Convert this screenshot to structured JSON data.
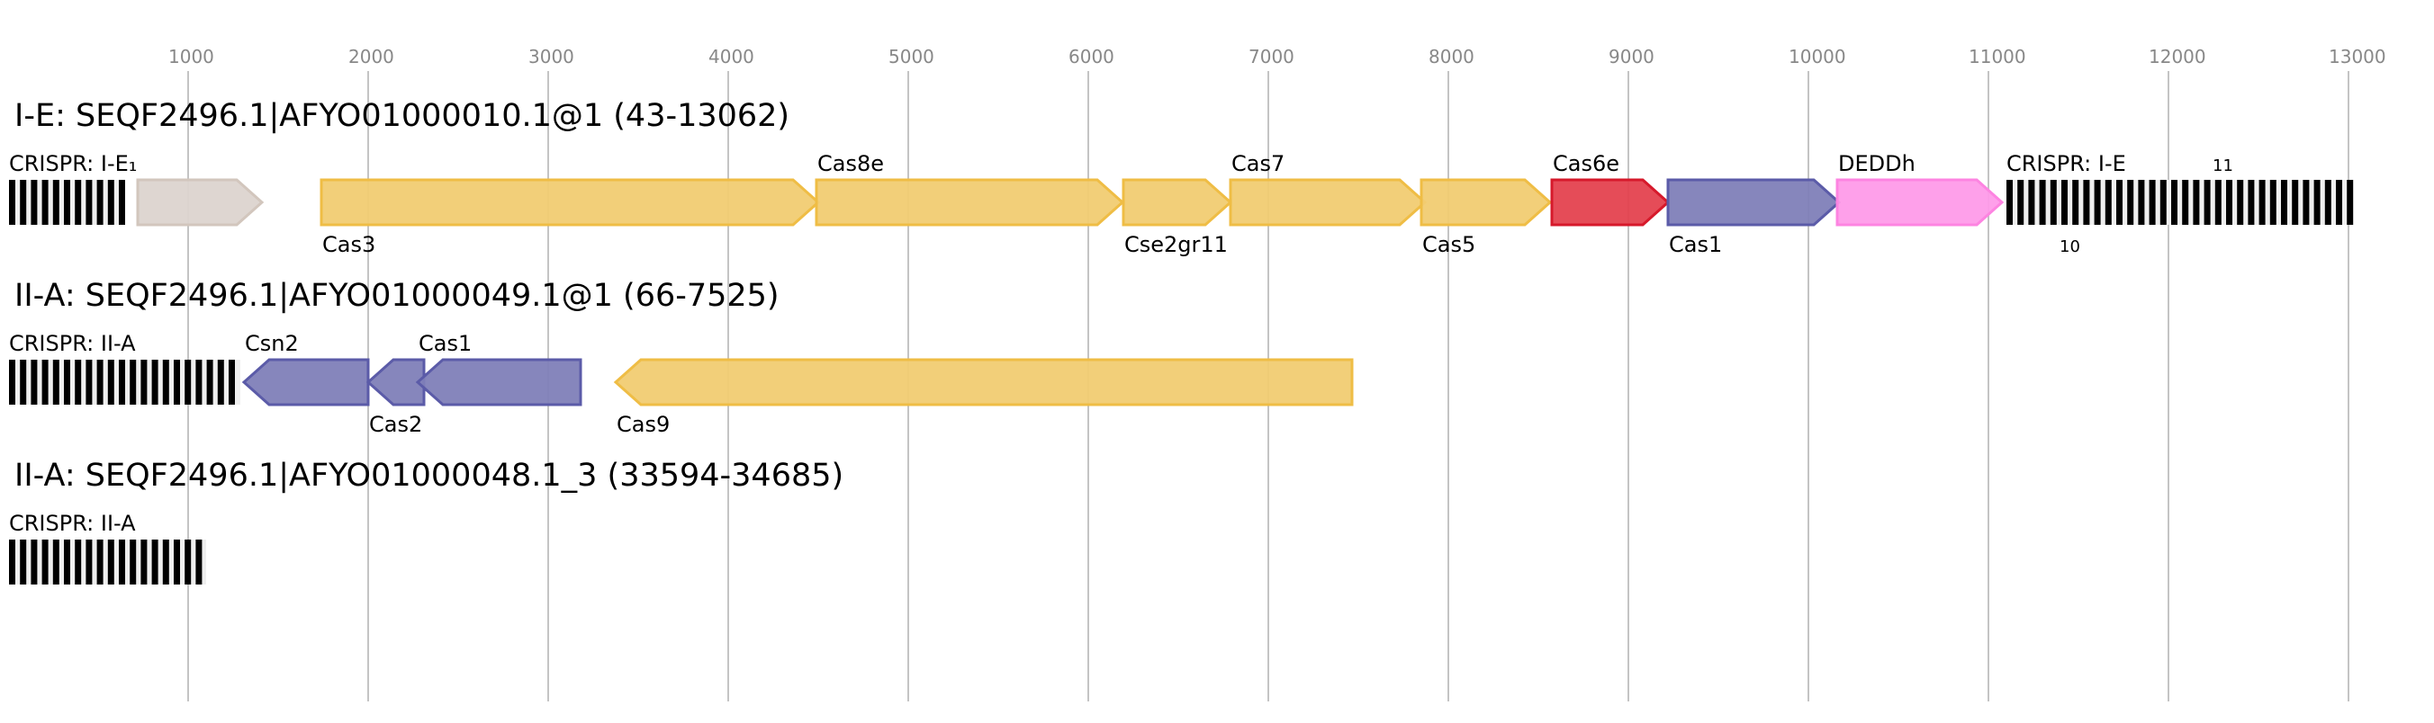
{
  "axis": {
    "ticks": [
      "1000",
      "2000",
      "3000",
      "4000",
      "5000",
      "6000",
      "7000",
      "8000",
      "9000",
      "10000",
      "11000",
      "12000",
      "13000"
    ]
  },
  "colors": {
    "cas_yellow": "#f1cc72",
    "cas_yellow_stroke": "#efbd45",
    "gray": "#dcd4cf",
    "gray_stroke": "#d2c6bd",
    "red": "#e4424f",
    "red_stroke": "#d6192b",
    "blue": "#7f7fb8",
    "blue_stroke": "#5b5ba8",
    "pink": "#fe9be9",
    "pink_stroke": "#fd84e1"
  },
  "rows": [
    {
      "title": "I-E: SEQF2496.1|AFYO01000010.1@1 (43-13062)",
      "crispr_left": "CRISPR: I-E₁",
      "crispr_right": "CRISPR: I-E",
      "crispr_right_sup": "11",
      "crispr_right_sub": "10",
      "genes": [
        "",
        "Cas3",
        "Cas8e",
        "Cse2gr11",
        "Cas7",
        "Cas5",
        "Cas6e",
        "Cas1",
        "DEDDh"
      ]
    },
    {
      "title": "II-A: SEQF2496.1|AFYO01000049.1@1 (66-7525)",
      "crispr_left": "CRISPR: II-A",
      "genes": [
        "Csn2",
        "Cas2",
        "Cas1",
        "Cas9"
      ]
    },
    {
      "title": "II-A: SEQF2496.1|AFYO01000048.1_3 (33594-34685)",
      "crispr_left": "CRISPR: II-A"
    }
  ]
}
